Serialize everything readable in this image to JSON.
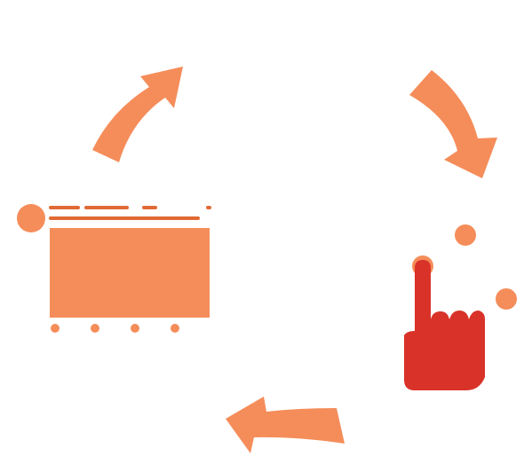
{
  "colors": {
    "background": "#ffffff",
    "arrow": "#f58d5a",
    "card": "#f58d5a",
    "card_lines": "#e06a35",
    "hand": "#d93229",
    "tap_dots": "#f58d5a"
  },
  "diagram": {
    "type": "cycle",
    "direction": "clockwise",
    "nodes": [
      {
        "name": "content-card",
        "icon": "webpage-card-icon"
      },
      {
        "name": "touch-interaction",
        "icon": "pointing-hand-icon"
      }
    ],
    "arrows": [
      {
        "name": "arrow-top-left",
        "icon": "curved-arrow-icon"
      },
      {
        "name": "arrow-top-right",
        "icon": "curved-arrow-icon"
      },
      {
        "name": "arrow-bottom",
        "icon": "curved-arrow-icon"
      }
    ]
  }
}
